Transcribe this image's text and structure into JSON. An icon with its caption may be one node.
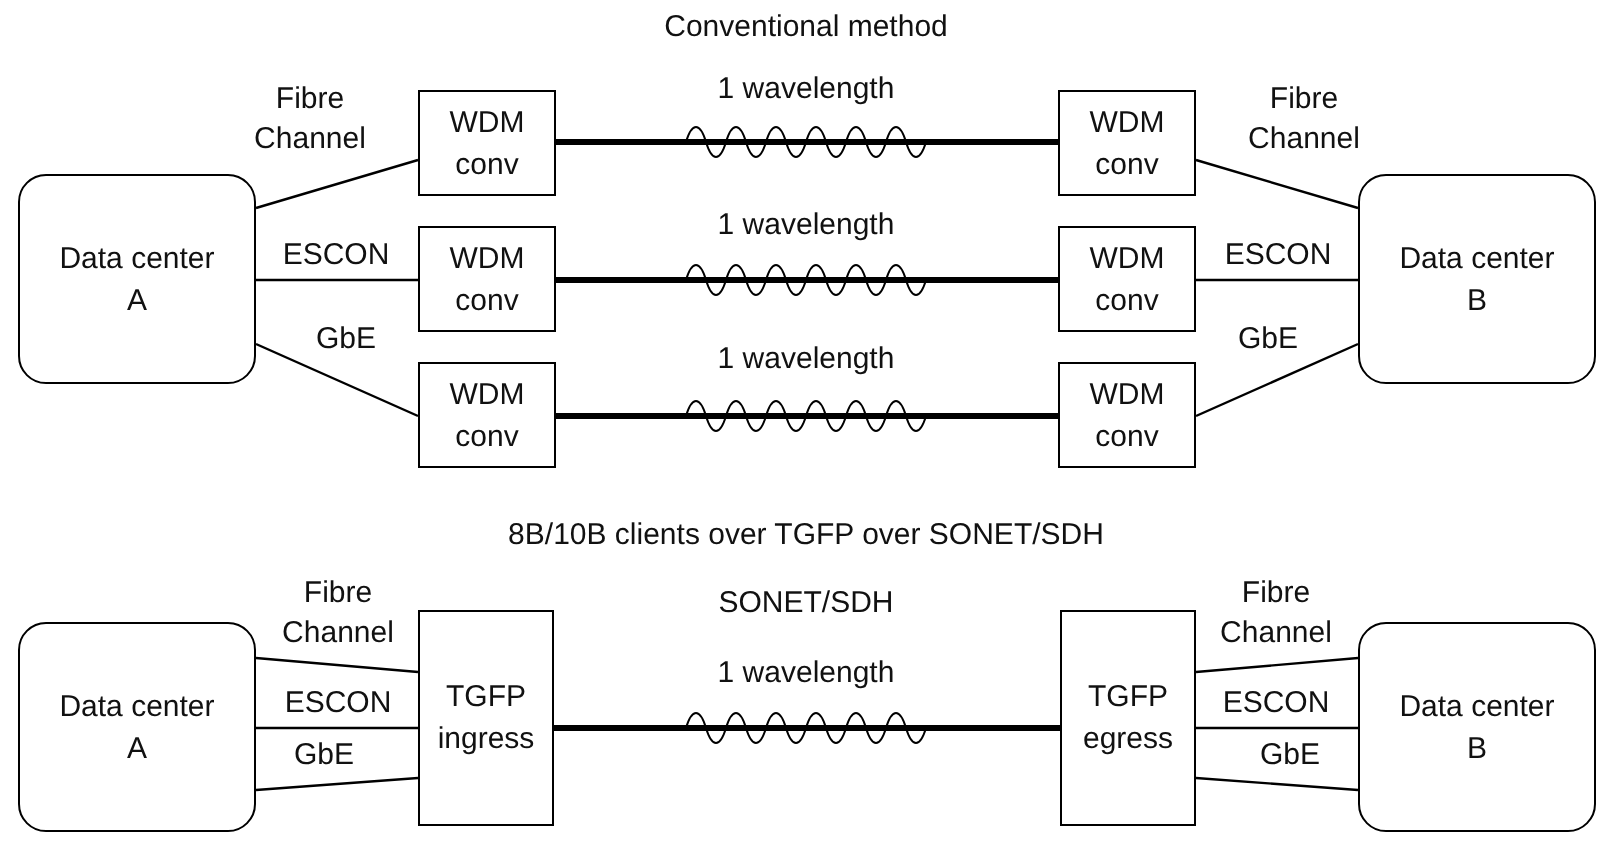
{
  "diagram": {
    "nodes": [
      {
        "text": [
          "Data center A"
        ]
      },
      {
        "text": [
          "WDM conv"
        ]
      },
      {
        "text": [
          "WDM conv"
        ]
      },
      {
        "text": [
          "WDM conv"
        ]
      },
      {
        "text": [
          "WDM conv"
        ]
      },
      {
        "text": [
          "WDM conv"
        ]
      },
      {
        "text": [
          "WDM conv"
        ]
      },
      {
        "text": [
          "Data center B"
        ]
      },
      {
        "text": [
          "Data center A"
        ]
      },
      {
        "text": [
          "TGFP ingress"
        ]
      },
      {
        "text": [
          "TGFP egress"
        ]
      },
      {
        "text": [
          "Data center B"
        ]
      }
    ],
    "edges": [
      {
        "from": 0,
        "to": 1,
        "arrow": "none",
        "label": "Fibre Channel"
      },
      {
        "from": 0,
        "to": 2,
        "arrow": "none",
        "label": "ESCON"
      },
      {
        "from": 0,
        "to": 3,
        "arrow": "none",
        "label": "GbE"
      },
      {
        "from": 1,
        "to": 4,
        "arrow": "none",
        "label": "1 wavelength",
        "style": "thick"
      },
      {
        "from": 2,
        "to": 5,
        "arrow": "none",
        "label": "1 wavelength",
        "style": "thick"
      },
      {
        "from": 3,
        "to": 6,
        "arrow": "none",
        "label": "1 wavelength",
        "style": "thick"
      },
      {
        "from": 4,
        "to": 7,
        "arrow": "none",
        "label": "Fibre Channel"
      },
      {
        "from": 5,
        "to": 7,
        "arrow": "none",
        "label": "ESCON"
      },
      {
        "from": 6,
        "to": 7,
        "arrow": "none",
        "label": "GbE"
      },
      {
        "from": 8,
        "to": 9,
        "arrow": "none",
        "label": "Fibre Channel"
      },
      {
        "from": 8,
        "to": 9,
        "arrow": "none",
        "label": "ESCON"
      },
      {
        "from": 8,
        "to": 9,
        "arrow": "none",
        "label": "GbE"
      },
      {
        "from": 9,
        "to": 10,
        "arrow": "none",
        "label": "1 wavelength",
        "style": "thick"
      },
      {
        "from": 10,
        "to": 11,
        "arrow": "none",
        "label": "Fibre Channel"
      },
      {
        "from": 10,
        "to": 11,
        "arrow": "none",
        "label": "ESCON"
      },
      {
        "from": 10,
        "to": 11,
        "arrow": "none",
        "label": "GbE"
      }
    ],
    "labels": [
      "Conventional method",
      "8B/10B clients over TGFP over SONET/SDH",
      "SONET/SDH"
    ]
  }
}
